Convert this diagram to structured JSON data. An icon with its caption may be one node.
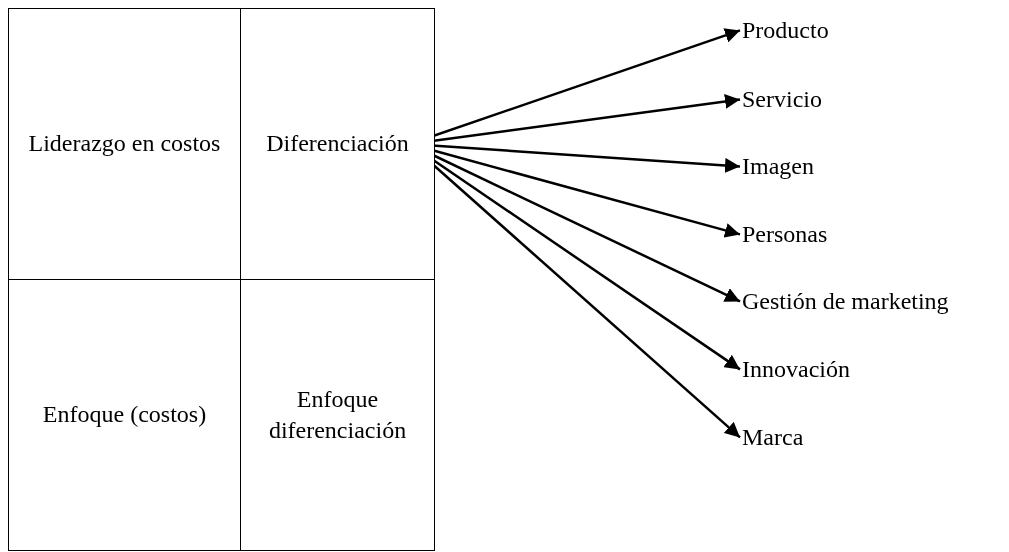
{
  "diagram": {
    "nodes": [
      {
        "text": [
          "Liderazgo en costos"
        ]
      },
      {
        "text": [
          "Diferenciación"
        ]
      },
      {
        "text": [
          "Enfoque (costos)"
        ]
      },
      {
        "text": [
          "Enfoque diferenciación"
        ]
      },
      {
        "text": [
          "Producto"
        ]
      },
      {
        "text": [
          "Servicio"
        ]
      },
      {
        "text": [
          "Imagen"
        ]
      },
      {
        "text": [
          "Personas"
        ]
      },
      {
        "text": [
          "Gestión de marketing"
        ]
      },
      {
        "text": [
          "Innovación"
        ]
      },
      {
        "text": [
          "Marca"
        ]
      }
    ],
    "edges": [
      {
        "from": 1,
        "to": 4,
        "arrow": "to"
      },
      {
        "from": 1,
        "to": 5,
        "arrow": "to"
      },
      {
        "from": 1,
        "to": 6,
        "arrow": "to"
      },
      {
        "from": 1,
        "to": 7,
        "arrow": "to"
      },
      {
        "from": 1,
        "to": 8,
        "arrow": "to"
      },
      {
        "from": 1,
        "to": 9,
        "arrow": "to"
      },
      {
        "from": 1,
        "to": 10,
        "arrow": "to"
      }
    ]
  }
}
